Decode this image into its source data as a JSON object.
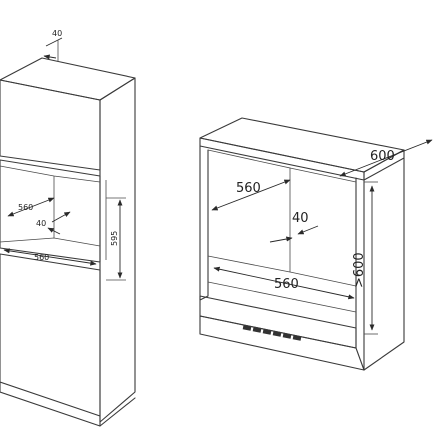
{
  "left_figure": {
    "dim_top_depth": "40",
    "dim_inner_depth": "560",
    "dim_inner_step": "40",
    "dim_opening_width": "560",
    "dim_opening_height": "595"
  },
  "right_figure": {
    "dim_top_depth": "600",
    "dim_inner_depth": "560",
    "dim_step": "40",
    "dim_inner_width": "560",
    "dim_height": ">600"
  },
  "colors": {
    "line": "#3a3a3a",
    "dimension": "#2a2a2a",
    "background": "#ffffff"
  }
}
